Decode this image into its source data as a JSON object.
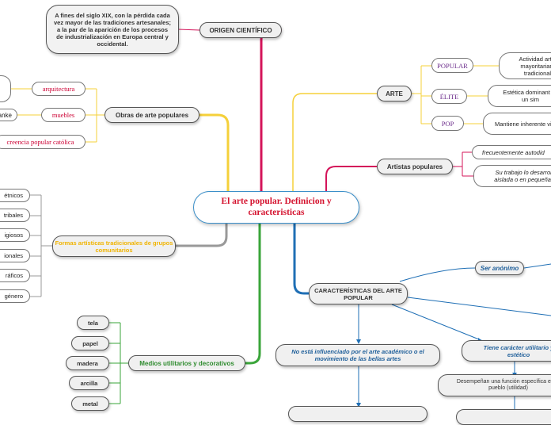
{
  "central": "El arte popular. Definicion y caracteristicas",
  "origen": {
    "label": "ORIGEN CIENTÍFICO",
    "desc": "A fines del siglo XIX, con la pérdida cada vez mayor de las tradiciones artesanales; a la par de la aparición de los procesos de industrialización en Europa central y occidental."
  },
  "obras": {
    "label": "Obras de arte populares",
    "items": [
      "arquitectura",
      "muebles",
      "creencia popular católica"
    ],
    "partial": "anke"
  },
  "arte": {
    "label": "ARTE",
    "items": [
      {
        "label": "POPULAR",
        "desc": "Actividad artís mayoritariam tradicional"
      },
      {
        "label": "ÉLITE",
        "desc": "Estética dominant es un sim"
      },
      {
        "label": "POP",
        "desc": "Mantiene inherente vi"
      }
    ]
  },
  "artistas": {
    "label": "Artistas populares",
    "items": [
      "frecuentemente autodid",
      "Su trabajo lo desarroll aislada o en pequeñas"
    ]
  },
  "formas": {
    "label": "Formas artísticas tradicionales de grupos comunitarios",
    "items": [
      "étnicos",
      "tribales",
      "igiosos",
      "ionales",
      "ráficos",
      "género"
    ]
  },
  "medios": {
    "label": "Medios utilitarios y decorativos",
    "items": [
      "tela",
      "papel",
      "madera",
      "arcilla",
      "metal"
    ]
  },
  "caracteristicas": {
    "label": "CARACTERÍSTICAS DEL ARTE POPULAR",
    "anonimo": "Ser anónimo",
    "academico": "No está influenciado por el arte académico o el movimiento de las bellas artes",
    "utilitario": "Tiene carácter utilitario y estético",
    "funcion": "Desempeñan una función específica e del pueblo (utilidad)"
  },
  "colors": {
    "red": "#d4145a",
    "yellow": "#f5d03a",
    "green": "#3aa53a",
    "blue": "#1f6fb5",
    "grey": "#999999",
    "central_border": "#3b8fc9"
  }
}
